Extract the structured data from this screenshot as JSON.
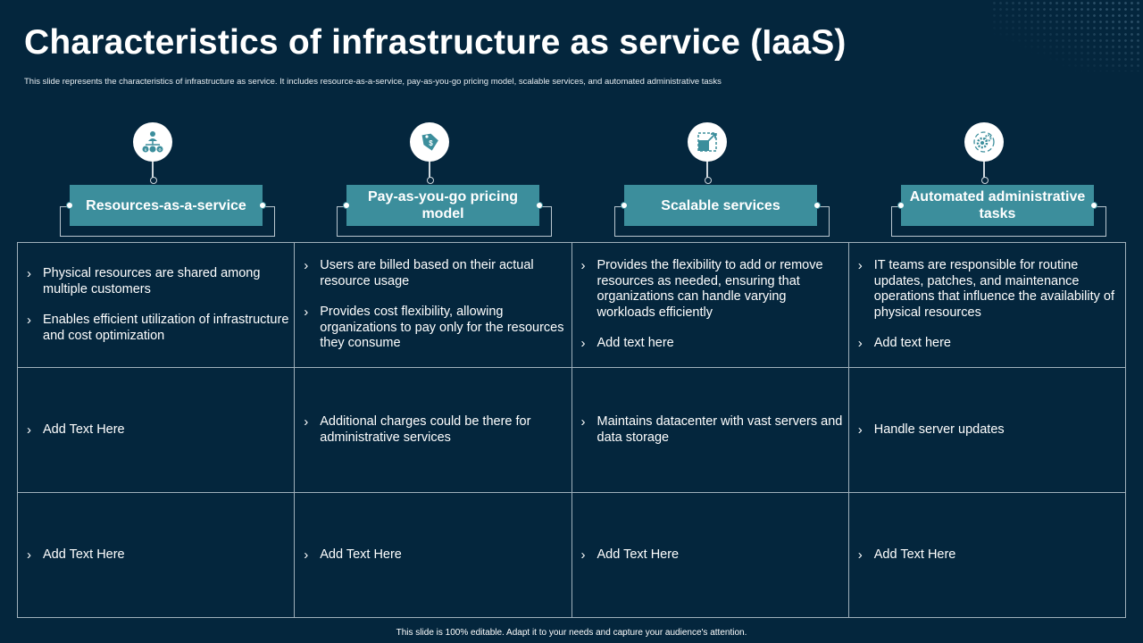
{
  "slide": {
    "title": "Characteristics of infrastructure as service (IaaS)",
    "subtitle": "This slide represents the characteristics of infrastructure as service. It includes resource-as-a-service, pay-as-you-go pricing model, scalable services, and automated administrative tasks",
    "footer": "This slide is 100% editable. Adapt it to your needs and capture your audience's attention."
  },
  "colors": {
    "background": "#04263d",
    "accent": "#3c8e9c",
    "text": "#ffffff",
    "grid": "#9fb0bb"
  },
  "columns": [
    {
      "icon": "resource-network-icon",
      "heading": "Resources-as-a-service",
      "rows": [
        [
          "Physical resources are shared among multiple customers",
          "Enables efficient utilization of infrastructure and cost optimization"
        ],
        [
          "Add Text Here"
        ],
        [
          "Add Text Here"
        ]
      ]
    },
    {
      "icon": "dollar-tag-icon",
      "heading": "Pay-as-you-go pricing model",
      "rows": [
        [
          "Users are billed based on their actual resource usage",
          "Provides cost flexibility, allowing organizations to pay only for the resources they consume"
        ],
        [
          "Additional charges could be there for administrative services"
        ],
        [
          "Add Text Here"
        ]
      ]
    },
    {
      "icon": "scale-arrows-icon",
      "heading": "Scalable services",
      "rows": [
        [
          "Provides the flexibility to add or remove resources as needed, ensuring that organizations can handle varying workloads efficiently",
          "Add text here"
        ],
        [
          "Maintains datacenter with vast servers and data storage"
        ],
        [
          "Add Text Here"
        ]
      ]
    },
    {
      "icon": "automation-gears-icon",
      "heading": "Automated administrative tasks",
      "rows": [
        [
          "IT teams are responsible for routine updates, patches, and maintenance operations that influence the availability of physical resources",
          "Add text here"
        ],
        [
          "Handle server updates"
        ],
        [
          "Add Text Here"
        ]
      ]
    }
  ]
}
